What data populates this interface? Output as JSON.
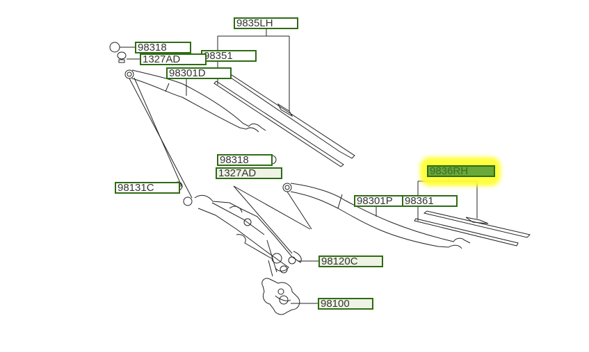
{
  "diagram": {
    "title": "Windshield wiper assembly parts diagram",
    "highlight_color": "#ffff33",
    "label_border_color": "#2e6b14",
    "labels": [
      {
        "id": "98351",
        "text": "98351"
      },
      {
        "id": "9835LH",
        "text": "9835LH"
      },
      {
        "id": "98318-top",
        "text": "98318"
      },
      {
        "id": "1327AD-top",
        "text": "1327AD"
      },
      {
        "id": "98301D",
        "text": "98301D"
      },
      {
        "id": "98318-mid",
        "text": "98318"
      },
      {
        "id": "1327AD-mid",
        "text": "1327AD"
      },
      {
        "id": "98131C",
        "text": "98131C"
      },
      {
        "id": "9836RH",
        "text": "9836RH",
        "highlighted": true
      },
      {
        "id": "98301P",
        "text": "98301P"
      },
      {
        "id": "98361",
        "text": "98361"
      },
      {
        "id": "98120C",
        "text": "98120C"
      },
      {
        "id": "98100",
        "text": "98100"
      }
    ]
  }
}
